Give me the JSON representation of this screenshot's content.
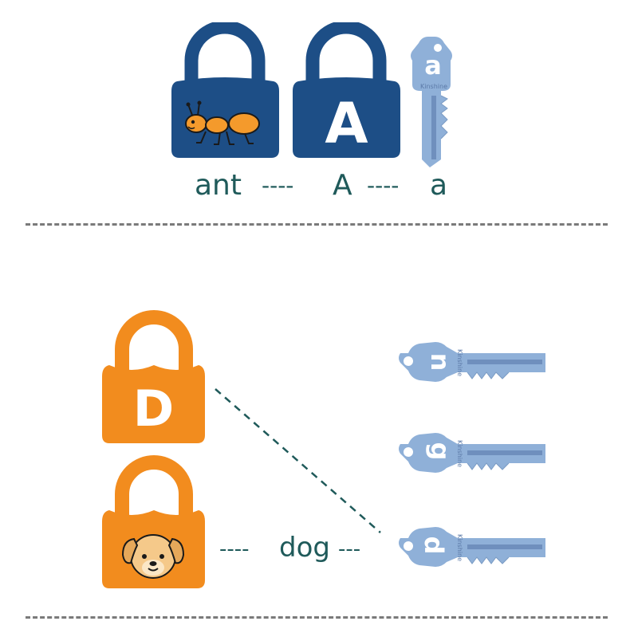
{
  "top_example": {
    "ant_lock": {
      "color": "#1d4e86",
      "picture": "ant-icon"
    },
    "letter_lock": {
      "letter": "A",
      "color": "#1d4e86"
    },
    "key": {
      "letter": "a",
      "brand": "Kinshine",
      "color": "#8fb0d8"
    },
    "caption": {
      "word": "ant",
      "dash1": "----",
      "upper": "A",
      "dash2": "----",
      "lower": "a"
    }
  },
  "bottom_example": {
    "letter_lock": {
      "letter": "D",
      "color": "#f28c1e"
    },
    "picture_lock": {
      "color": "#f28c1e",
      "picture": "dog-face-icon"
    },
    "caption": {
      "dash1": "----",
      "word": "dog",
      "dash2": "---"
    },
    "keys": [
      {
        "letter": "n",
        "brand": "Kinshine",
        "color": "#8fb0d8"
      },
      {
        "letter": "g",
        "brand": "Kinshine",
        "color": "#8fb0d8"
      },
      {
        "letter": "d",
        "brand": "Kinshine",
        "color": "#8fb0d8"
      }
    ]
  },
  "colors": {
    "caption_text": "#1f5a5a",
    "divider": "#7a7a7a",
    "connector": "#1f5a5a"
  }
}
